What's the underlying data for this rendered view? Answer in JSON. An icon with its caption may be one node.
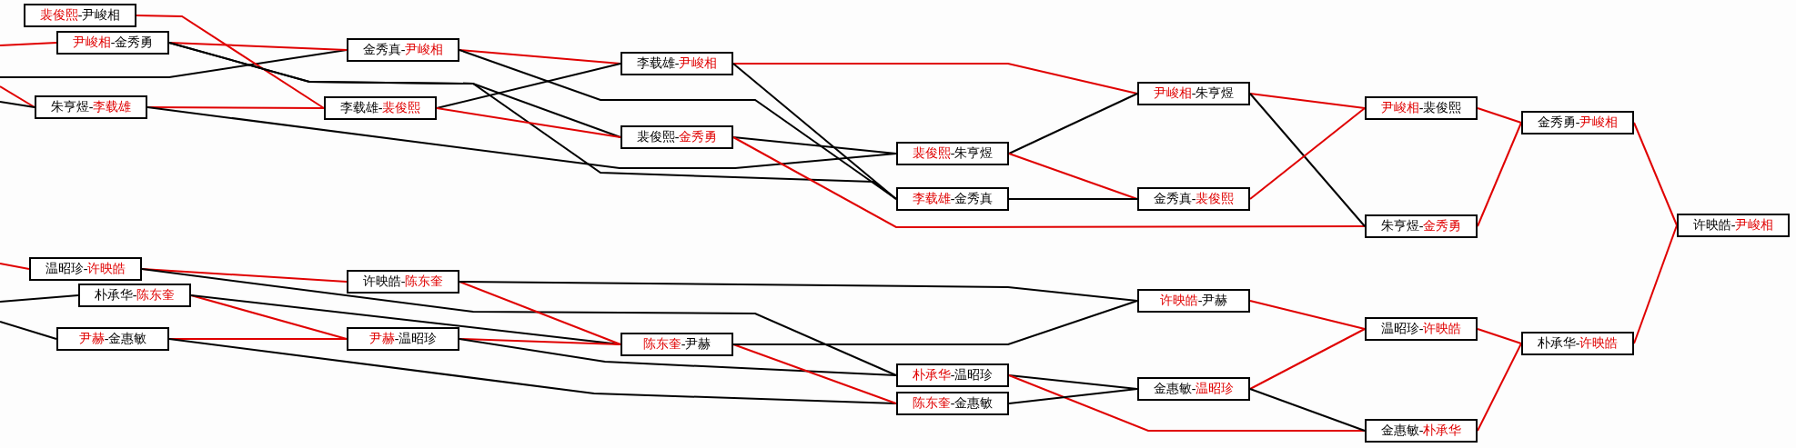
{
  "diagram": {
    "nodes": [
      {
        "text": [
          "裴俊熙-尹峻相"
        ]
      },
      {
        "text": [
          "尹峻相-金秀勇"
        ]
      },
      {
        "text": [
          "朱亨煜-李载雄"
        ]
      },
      {
        "text": [
          "温昭珍-许映皓"
        ]
      },
      {
        "text": [
          "朴承华-陈东奎"
        ]
      },
      {
        "text": [
          "尹赫-金惠敏"
        ]
      },
      {
        "text": [
          "金秀真-尹峻相"
        ]
      },
      {
        "text": [
          "李载雄-裴俊熙"
        ]
      },
      {
        "text": [
          "许映皓-陈东奎"
        ]
      },
      {
        "text": [
          "尹赫-温昭珍"
        ]
      },
      {
        "text": [
          "李载雄-尹峻相"
        ]
      },
      {
        "text": [
          "裴俊熙-金秀勇"
        ]
      },
      {
        "text": [
          "陈东奎-尹赫"
        ]
      },
      {
        "text": [
          "裴俊熙-朱亨煜"
        ]
      },
      {
        "text": [
          "李载雄-金秀真"
        ]
      },
      {
        "text": [
          "朴承华-温昭珍"
        ]
      },
      {
        "text": [
          "陈东奎-金惠敏"
        ]
      },
      {
        "text": [
          "尹峻相-朱亨煜"
        ]
      },
      {
        "text": [
          "金秀真-裴俊熙"
        ]
      },
      {
        "text": [
          "许映皓-尹赫"
        ]
      },
      {
        "text": [
          "金惠敏-温昭珍"
        ]
      },
      {
        "text": [
          "尹峻相-裴俊熙"
        ]
      },
      {
        "text": [
          "朱亨煜-金秀勇"
        ]
      },
      {
        "text": [
          "温昭珍-许映皓"
        ]
      },
      {
        "text": [
          "金惠敏-朴承华"
        ]
      },
      {
        "text": [
          "金秀勇-尹峻相"
        ]
      },
      {
        "text": [
          "朴承华-许映皓"
        ]
      },
      {
        "text": [
          "许映皓-尹峻相"
        ]
      }
    ],
    "edges": [
      {
        "from": null,
        "to": 1,
        "arrow": "none"
      },
      {
        "from": null,
        "to": 2,
        "arrow": "none"
      },
      {
        "from": null,
        "to": 2,
        "arrow": "none",
        "color": "#000000"
      },
      {
        "from": null,
        "to": 6,
        "arrow": "none",
        "color": "#000000"
      },
      {
        "from": null,
        "to": 3,
        "arrow": "none"
      },
      {
        "from": null,
        "to": 4,
        "arrow": "none",
        "color": "#000000"
      },
      {
        "from": null,
        "to": 5,
        "arrow": "none",
        "color": "#000000"
      },
      {
        "from": 0,
        "to": 7,
        "arrow": "none"
      },
      {
        "from": 1,
        "to": 6,
        "arrow": "none"
      },
      {
        "from": 1,
        "to": 11,
        "arrow": "none",
        "color": "#000000"
      },
      {
        "from": 1,
        "to": 14,
        "arrow": "none",
        "color": "#000000"
      },
      {
        "from": 2,
        "to": 7,
        "arrow": "none"
      },
      {
        "from": 2,
        "to": 13,
        "arrow": "none",
        "color": "#000000"
      },
      {
        "from": 6,
        "to": 10,
        "arrow": "none"
      },
      {
        "from": 6,
        "to": 14,
        "arrow": "none",
        "color": "#000000"
      },
      {
        "from": 7,
        "to": 10,
        "arrow": "none",
        "color": "#000000"
      },
      {
        "from": 7,
        "to": 11,
        "arrow": "none"
      },
      {
        "from": 10,
        "to": 17,
        "arrow": "none"
      },
      {
        "from": 10,
        "to": 14,
        "arrow": "none",
        "color": "#000000"
      },
      {
        "from": 11,
        "to": 13,
        "arrow": "none",
        "color": "#000000"
      },
      {
        "from": 11,
        "to": 22,
        "arrow": "none"
      },
      {
        "from": 13,
        "to": 17,
        "arrow": "none",
        "color": "#000000"
      },
      {
        "from": 13,
        "to": 18,
        "arrow": "none"
      },
      {
        "from": 14,
        "to": 18,
        "arrow": "none",
        "color": "#000000"
      },
      {
        "from": 17,
        "to": 21,
        "arrow": "none"
      },
      {
        "from": 17,
        "to": 22,
        "arrow": "none",
        "color": "#000000"
      },
      {
        "from": 18,
        "to": 21,
        "arrow": "none"
      },
      {
        "from": 21,
        "to": 25,
        "arrow": "none"
      },
      {
        "from": 22,
        "to": 25,
        "arrow": "none"
      },
      {
        "from": 25,
        "to": 27,
        "arrow": "none"
      },
      {
        "from": 3,
        "to": 8,
        "arrow": "none"
      },
      {
        "from": 3,
        "to": 15,
        "arrow": "none",
        "color": "#000000"
      },
      {
        "from": 4,
        "to": 9,
        "arrow": "none"
      },
      {
        "from": 4,
        "to": 12,
        "arrow": "none",
        "color": "#000000"
      },
      {
        "from": 5,
        "to": 9,
        "arrow": "none"
      },
      {
        "from": 5,
        "to": 16,
        "arrow": "none",
        "color": "#000000"
      },
      {
        "from": 8,
        "to": 12,
        "arrow": "none"
      },
      {
        "from": 8,
        "to": 19,
        "arrow": "none",
        "color": "#000000"
      },
      {
        "from": 9,
        "to": 12,
        "arrow": "none"
      },
      {
        "from": 9,
        "to": 15,
        "arrow": "none",
        "color": "#000000"
      },
      {
        "from": 12,
        "to": 16,
        "arrow": "none"
      },
      {
        "from": 12,
        "to": 19,
        "arrow": "none",
        "color": "#000000"
      },
      {
        "from": 15,
        "to": 20,
        "arrow": "none",
        "color": "#000000"
      },
      {
        "from": 15,
        "to": 24,
        "arrow": "none"
      },
      {
        "from": 16,
        "to": 20,
        "arrow": "none",
        "color": "#000000"
      },
      {
        "from": 19,
        "to": 23,
        "arrow": "none"
      },
      {
        "from": 20,
        "to": 23,
        "arrow": "none"
      },
      {
        "from": 20,
        "to": 24,
        "arrow": "none",
        "color": "#000000"
      },
      {
        "from": 23,
        "to": 26,
        "arrow": "none"
      },
      {
        "from": 24,
        "to": 26,
        "arrow": "none"
      },
      {
        "from": 26,
        "to": 27,
        "arrow": "none"
      }
    ]
  }
}
